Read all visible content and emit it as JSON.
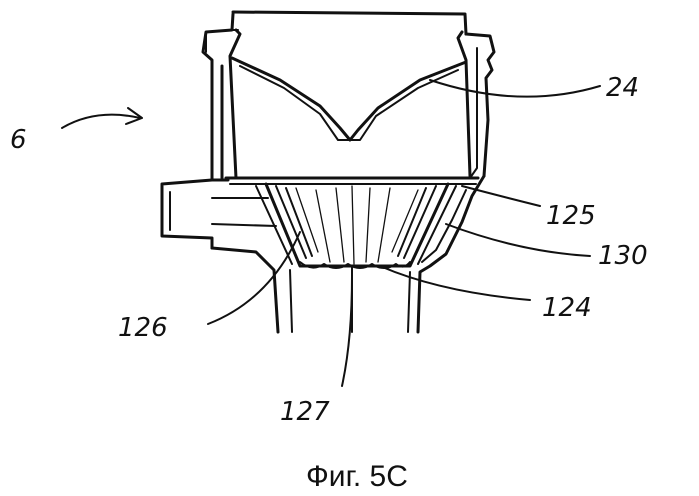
{
  "labels": {
    "ref_6": "6",
    "ref_24": "24",
    "ref_125": "125",
    "ref_130": "130",
    "ref_124": "124",
    "ref_126": "126",
    "ref_127": "127"
  },
  "caption": "Фиг. 5С"
}
